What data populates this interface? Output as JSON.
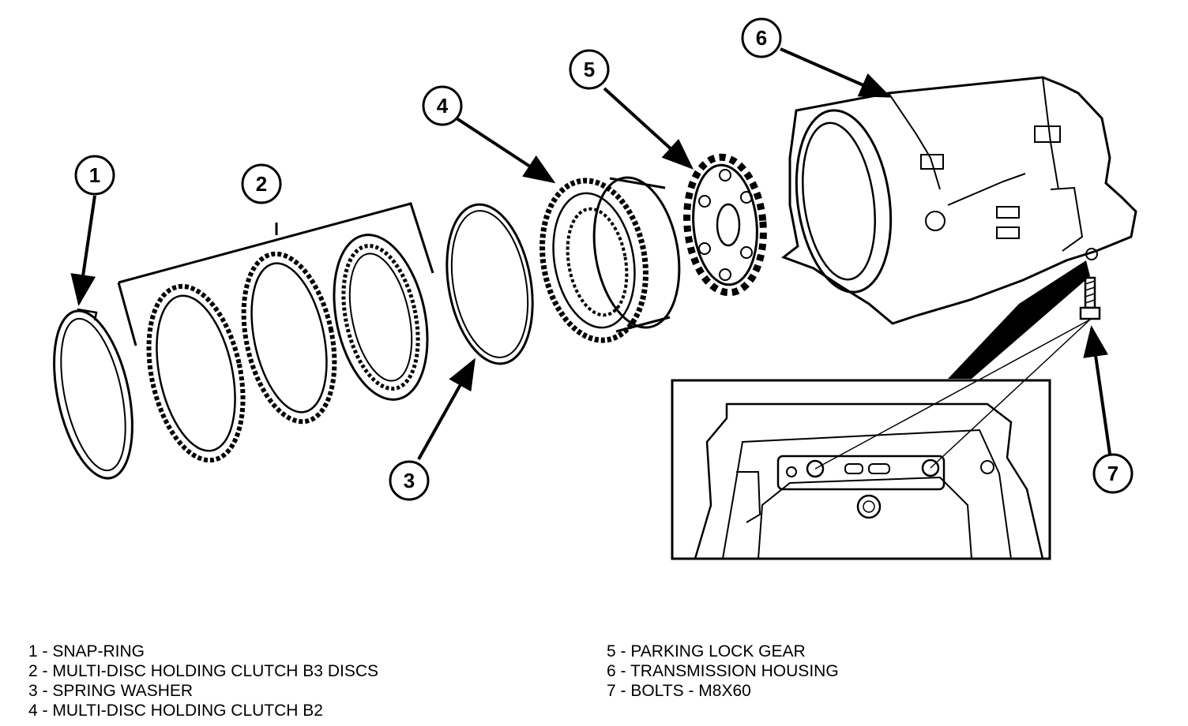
{
  "callouts": [
    "1",
    "2",
    "3",
    "4",
    "5",
    "6",
    "7"
  ],
  "legend": {
    "left": [
      "1 - SNAP-RING",
      "2 - MULTI-DISC HOLDING CLUTCH B3 DISCS",
      "3 - SPRING WASHER",
      "4 - MULTI-DISC HOLDING CLUTCH B2"
    ],
    "right": [
      "5 - PARKING LOCK GEAR",
      "6 - TRANSMISSION HOUSING",
      "7 - BOLTS - M8X60"
    ]
  }
}
